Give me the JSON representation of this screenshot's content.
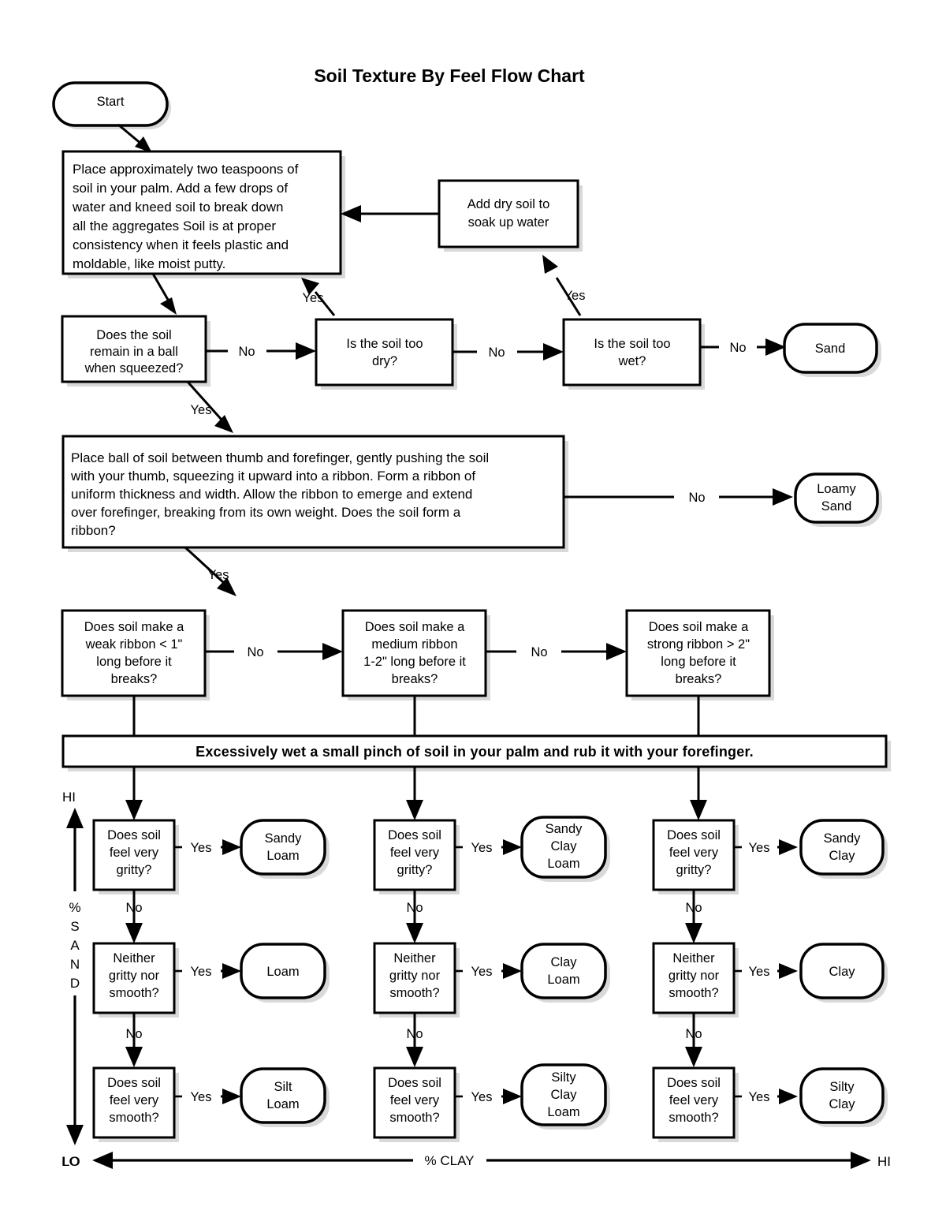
{
  "title": "Soil Texture By Feel Flow Chart",
  "colors": {
    "line": "#000000",
    "node_fill": "#ffffff",
    "shadow": "#b9b9b9",
    "background": "#ffffff"
  },
  "nodes": {
    "start": "Start",
    "step1": "Place approximately two teaspoons of soil in your palm.  Add a few drops of water and kneed soil to break down all the aggregates  Soil is at proper consistency when it feels plastic and moldable, like moist putty.",
    "step1_lines": [
      "Place approximately two teaspoons of",
      "soil in your palm.  Add a few drops of",
      "water and kneed soil to break down",
      "all the aggregates  Soil is at proper",
      "consistency when it feels plastic and",
      "moldable, like moist putty."
    ],
    "add_dry_soil_lines": [
      "Add dry soil to",
      "soak up water"
    ],
    "ball_question_lines": [
      "Does the soil",
      "remain in a ball",
      "when squeezed?"
    ],
    "too_dry_lines": [
      "Is the soil too",
      "dry?"
    ],
    "too_wet_lines": [
      "Is the soil too",
      "wet?"
    ],
    "sand": "Sand",
    "ribbon_step_lines": [
      "Place ball of soil between thumb and forefinger, gently pushing the soil",
      "with your thumb, squeezing it upward into a ribbon.  Form a ribbon of",
      "uniform thickness and width.  Allow the ribbon to emerge and extend",
      "over forefinger, breaking from its own weight.  Does the soil form a",
      "ribbon?"
    ],
    "loamy_sand_lines": [
      "Loamy",
      "Sand"
    ],
    "weak_ribbon_lines": [
      "Does soil make a",
      "weak ribbon < 1\"",
      "long before it",
      "breaks?"
    ],
    "medium_ribbon_lines": [
      "Does soil make a",
      "medium ribbon",
      "1-2\" long before it",
      "breaks?"
    ],
    "strong_ribbon_lines": [
      "Does soil make a",
      "strong ribbon > 2\"",
      "long before it",
      "breaks?"
    ],
    "banner": "Excessively wet a small pinch of soil in your palm and rub it with your forefinger.",
    "gritty_lines": [
      "Does soil",
      "feel very",
      "gritty?"
    ],
    "neither_lines": [
      "Neither",
      "gritty nor",
      "smooth?"
    ],
    "smooth_lines": [
      "Does soil",
      "feel very",
      "smooth?"
    ],
    "sandy_loam_lines": [
      "Sandy",
      "Loam"
    ],
    "sandy_clay_loam_lines": [
      "Sandy",
      "Clay",
      "Loam"
    ],
    "sandy_clay_lines": [
      "Sandy",
      "Clay"
    ],
    "loam_lines": [
      "Loam"
    ],
    "clay_loam_lines": [
      "Clay",
      "Loam"
    ],
    "clay_lines": [
      "Clay"
    ],
    "silt_loam_lines": [
      "Silt",
      "Loam"
    ],
    "silty_clay_loam_lines": [
      "Silty",
      "Clay",
      "Loam"
    ],
    "silty_clay_lines": [
      "Silty",
      "Clay"
    ]
  },
  "edge_labels": {
    "yes": "Yes",
    "no": "No"
  },
  "axes": {
    "vertical": {
      "name": "% SAND",
      "letters": [
        "%",
        "S",
        "A",
        "N",
        "D"
      ],
      "top": "HI",
      "bottom": "LO"
    },
    "horizontal": {
      "name": "% CLAY",
      "left": "LO",
      "right": "HI"
    }
  },
  "chart_data": {
    "type": "diagram",
    "title": "Soil Texture By Feel Flow Chart",
    "outcomes": [
      "Sand",
      "Loamy Sand",
      "Sandy Loam",
      "Loam",
      "Silt Loam",
      "Sandy Clay Loam",
      "Clay Loam",
      "Silty Clay Loam",
      "Sandy Clay",
      "Clay",
      "Silty Clay"
    ],
    "columns": [
      "weak ribbon < 1\"",
      "medium ribbon 1-2\"",
      "strong ribbon > 2\""
    ],
    "rows": [
      "very gritty",
      "neither gritty nor smooth",
      "very smooth"
    ],
    "grid": [
      [
        "Sandy Loam",
        "Sandy Clay Loam",
        "Sandy Clay"
      ],
      [
        "Loam",
        "Clay Loam",
        "Clay"
      ],
      [
        "Silt Loam",
        "Silty Clay Loam",
        "Silty Clay"
      ]
    ],
    "xlabel": "% CLAY",
    "ylabel": "% SAND"
  }
}
